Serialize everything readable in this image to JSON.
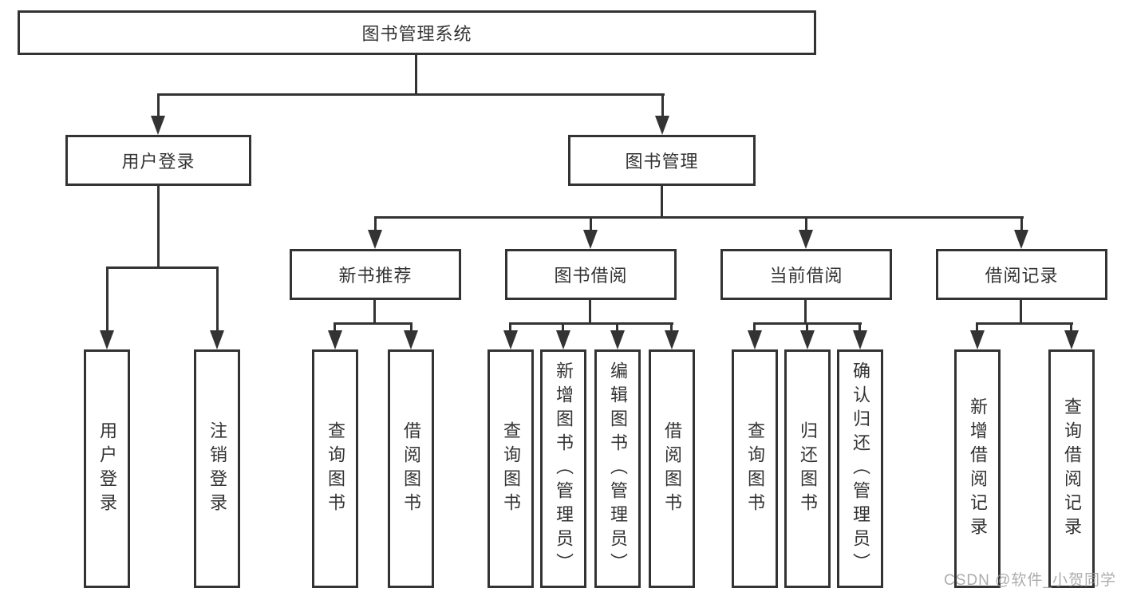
{
  "diagram_title": "图书管理系统",
  "watermark": "CSDN @软件_小贺同学",
  "colors": {
    "line": "#333333",
    "box_border": "#333333",
    "text": "#333333",
    "background": "#ffffff",
    "watermark": "#9e9e9e"
  },
  "tree": {
    "label": "图书管理系统",
    "children": [
      {
        "label": "用户登录",
        "children": [
          {
            "label": "用户登录"
          },
          {
            "label": "注销登录"
          }
        ]
      },
      {
        "label": "图书管理",
        "children": [
          {
            "label": "新书推荐",
            "children": [
              {
                "label": "查询图书"
              },
              {
                "label": "借阅图书"
              }
            ]
          },
          {
            "label": "图书借阅",
            "children": [
              {
                "label": "查询图书"
              },
              {
                "label": "新增图书（管理员）"
              },
              {
                "label": "编辑图书（管理员）"
              },
              {
                "label": "借阅图书"
              }
            ]
          },
          {
            "label": "当前借阅",
            "children": [
              {
                "label": "查询图书"
              },
              {
                "label": "归还图书"
              },
              {
                "label": "确认归还（管理员）"
              }
            ]
          },
          {
            "label": "借阅记录",
            "children": [
              {
                "label": "新增借阅记录"
              },
              {
                "label": "查询借阅记录"
              }
            ]
          }
        ]
      }
    ]
  }
}
